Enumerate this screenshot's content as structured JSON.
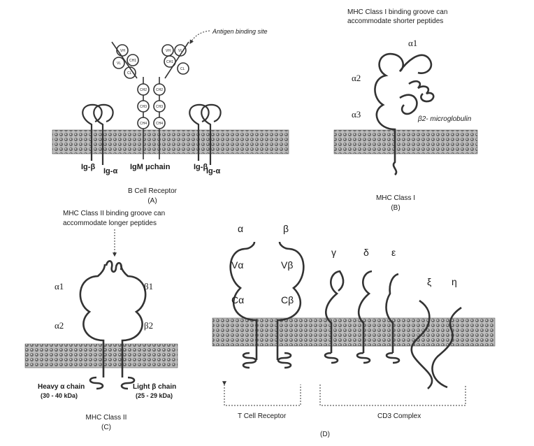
{
  "panel_a": {
    "antigen_label": "Antigen binding site",
    "ig_beta": "Ig-β",
    "ig_alpha": "Ig-α",
    "igm_chain": "IgM μchain",
    "caption": "B Cell Receptor",
    "letter": "(A)",
    "domains": {
      "vh": "VH",
      "vl": "VL",
      "ch1": "CH1",
      "cl": "CL",
      "ch2": "CH2",
      "ch3": "CH3",
      "ch4": "CH4"
    }
  },
  "panel_b": {
    "note_line1": "MHC Class I binding groove can",
    "note_line2": "accommodate shorter peptides",
    "alpha1": "α1",
    "alpha2": "α2",
    "alpha3": "α3",
    "beta2m": "β2- microglobulin",
    "caption": "MHC Class I",
    "letter": "(B)"
  },
  "panel_c": {
    "note_line1": "MHC Class II binding groove can",
    "note_line2": "accommodate longer peptides",
    "alpha1": "α1",
    "alpha2": "α2",
    "beta1": "β1",
    "beta2": "β2",
    "heavy_chain": "Heavy α chain",
    "heavy_kda": "(30 - 40 kDa)",
    "light_chain": "Light β chain",
    "light_kda": "(25 - 29 kDa)",
    "caption": "MHC Class II",
    "letter": "(C)"
  },
  "panel_d": {
    "alpha": "α",
    "beta": "β",
    "v_alpha": "Vα",
    "v_beta": "Vβ",
    "c_alpha": "Cα",
    "c_beta": "Cβ",
    "gamma": "γ",
    "delta": "δ",
    "epsilon": "ε",
    "xi": "ξ",
    "eta": "η",
    "tcr_caption": "T Cell Receptor",
    "cd3_caption": "CD3 Complex",
    "letter": "(D)"
  }
}
